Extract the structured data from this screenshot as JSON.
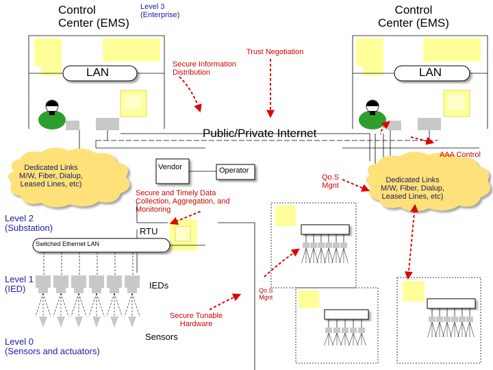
{
  "labels": {
    "cc_left": "Control\nCenter (EMS)",
    "level3": "Level 3\n(Enterprise)",
    "cc_right": "Control\nCenter (EMS)",
    "trust": "Trust Negotiation",
    "secure_info": "Secure Information\nDistribution",
    "lan_left": "LAN",
    "lan_right": "LAN",
    "internet": "Public/Private Internet",
    "aaa": "AAA Control",
    "links_left": "Dedicated Links\nM/W, Fiber, Dialup,\nLeased Lines, etc)",
    "links_right": "Dedicated Links\nM/W, Fiber, Dialup,\nLeased Lines, etc)",
    "vendor": "Vendor",
    "operator": "Operator",
    "qos1": "Qo.S\nMgnt",
    "secure_timely": "Secure and Timely Data\nCollection, Aggregation, and\nMonitoring",
    "level2": "Level 2\n(Substation)",
    "rtu": "RTU",
    "switched": "Switched Ethernet LAN",
    "level1": "Level 1\n(IED)",
    "ieds": "IEDs",
    "qos2": "Qo.S\nMgnt",
    "tunable": "Secure Tunable\nHardware",
    "sensors": "Sensors",
    "level0": "Level 0\n(Sensors and actuators)"
  },
  "colors": {
    "yellow": "#ffff99",
    "cloud": "#ffe17a",
    "gray": "#c8c8c8",
    "arrow": "#e00000",
    "text_blue": "#1a1aa8",
    "text_red": "#cc0000",
    "person_green": "#2e9e2e"
  },
  "icons": [
    "monitor-icon",
    "person-icon",
    "router-icon",
    "switch-icon",
    "ied-icon",
    "cloud-icon",
    "arrow-icon"
  ]
}
